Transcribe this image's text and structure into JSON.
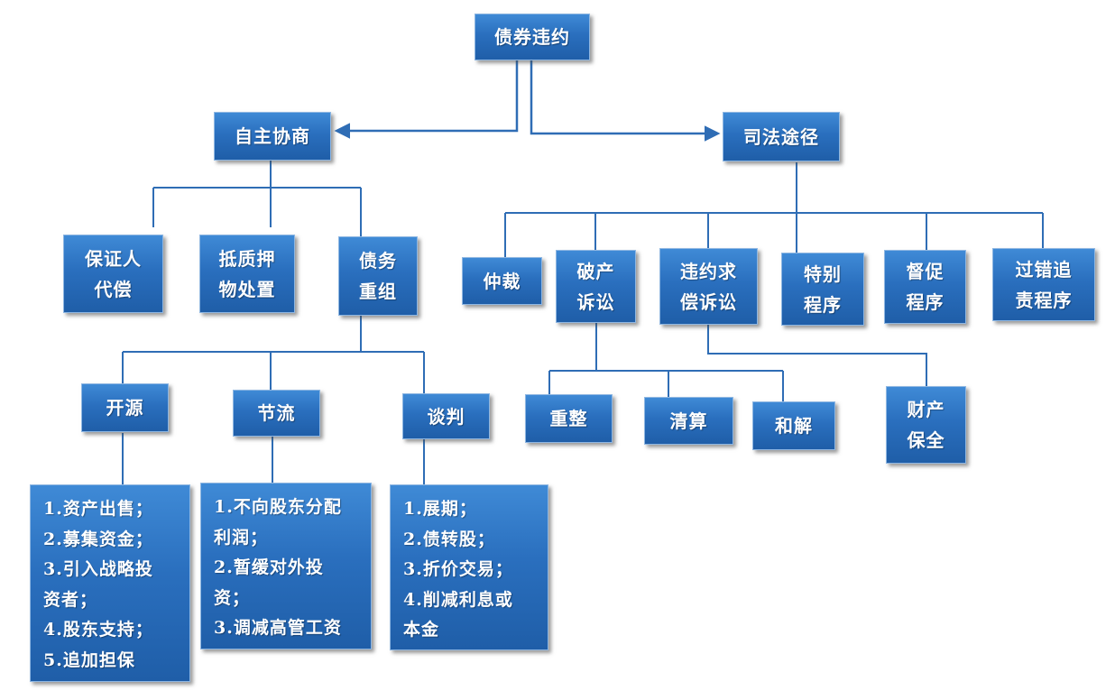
{
  "root": "债券违约",
  "left": {
    "title": "自主协商",
    "guarantor": [
      "保证人",
      "代偿"
    ],
    "collateral": [
      "抵质押",
      "物处置"
    ],
    "restructure": [
      "债务",
      "重组"
    ],
    "open_source": "开源",
    "cost_cut": "节流",
    "negotiate": "谈判",
    "open_source_items": [
      "1.资产出售；",
      "2.募集资金；",
      "3.引入战略投",
      "资者；",
      "4.股东支持；",
      "5.追加担保"
    ],
    "cost_cut_items": [
      "1.不向股东分配",
      "利润；",
      "2.暂缓对外投",
      "资；",
      "3.调减高管工资"
    ],
    "negotiate_items": [
      "1.展期；",
      "2.债转股；",
      "3.折价交易；",
      "4.削减利息或",
      "本金"
    ]
  },
  "right": {
    "title": "司法途径",
    "arbitration": "仲裁",
    "bankruptcy": [
      "破产",
      "诉讼"
    ],
    "breach": [
      "违约求",
      "偿诉讼"
    ],
    "special": [
      "特别",
      "程序"
    ],
    "supervise": [
      "督促",
      "程序"
    ],
    "fault": [
      "过错追",
      "责程序"
    ],
    "reorg": "重整",
    "liquidation": "清算",
    "settlement": "和解",
    "preservation": [
      "财产",
      "保全"
    ]
  },
  "colors": {
    "box_top": "#3f8ad6",
    "box_bottom": "#1f5ea8",
    "line": "#2f6db5"
  }
}
